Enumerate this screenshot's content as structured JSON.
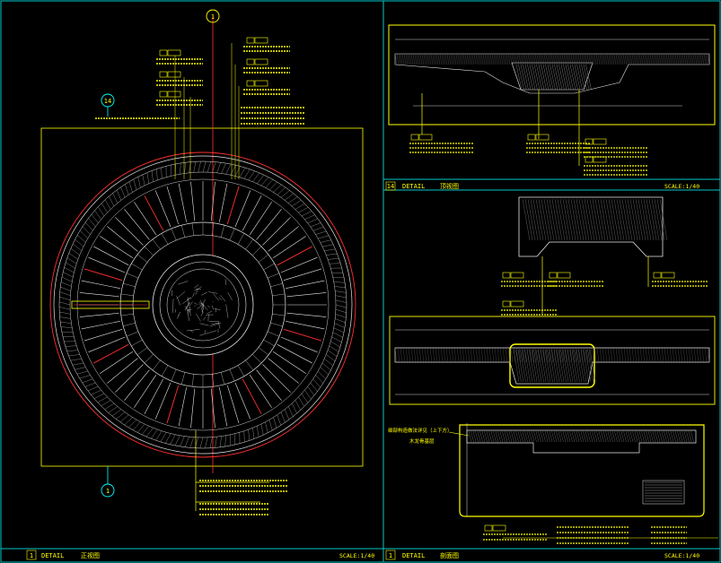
{
  "title_bars": {
    "left": {
      "number": "1",
      "label": "DETAIL",
      "name": "正视图",
      "scale": "SCALE:1/40"
    },
    "top_right": {
      "number": "14",
      "label": "DETAIL",
      "name": "顶视图",
      "scale": "SCALE:1/40"
    },
    "bottom_right": {
      "number": "1",
      "label": "DETAIL",
      "name": "剖面图",
      "scale": "SCALE:1/40"
    }
  },
  "markers": {
    "top_circle": "1",
    "left_circle": "14",
    "bottom_circle": "1"
  },
  "annotations": {
    "section_note": "细部构造做法详见（上下方）",
    "wood_note": "木龙骨基层"
  },
  "colors": {
    "background": "#000000",
    "frame": "#00c8c8",
    "accent_yellow": "#ffff00",
    "line_white": "#e8e8e8",
    "line_red": "#ff3030",
    "line_cyan": "#00ffff"
  }
}
